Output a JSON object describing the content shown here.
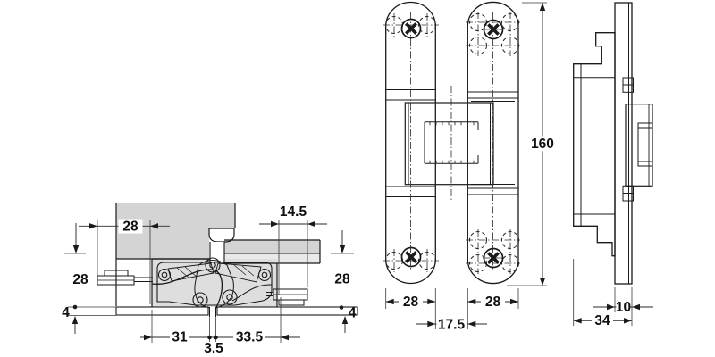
{
  "drawing": {
    "subject": "Concealed hinge technical drawing: cross-section, front view and side view",
    "unit": "mm",
    "colors": {
      "line": "#1a1a1a",
      "panel_gray": "#d4d4d4",
      "panel_light": "#e9e9e9",
      "cavity_gray": "#dedede",
      "background": "#ffffff"
    },
    "section_view": {
      "dims": {
        "door_routing_width": "28",
        "frame_routing_width": "14.5",
        "door_routing_depth": "28",
        "frame_routing_depth": "28",
        "door_plate_thickness": "4",
        "frame_plate_thickness": "4",
        "door_side_length": "31",
        "center_gap": "3.5",
        "frame_side_length": "33.5"
      }
    },
    "front_view": {
      "dims": {
        "total_height": "160",
        "door_leaf_width": "28",
        "frame_leaf_width": "28",
        "leaf_gap": "17.5"
      }
    },
    "side_view": {
      "dims": {
        "knuckle_width": "10",
        "overall_depth": "34"
      }
    }
  }
}
